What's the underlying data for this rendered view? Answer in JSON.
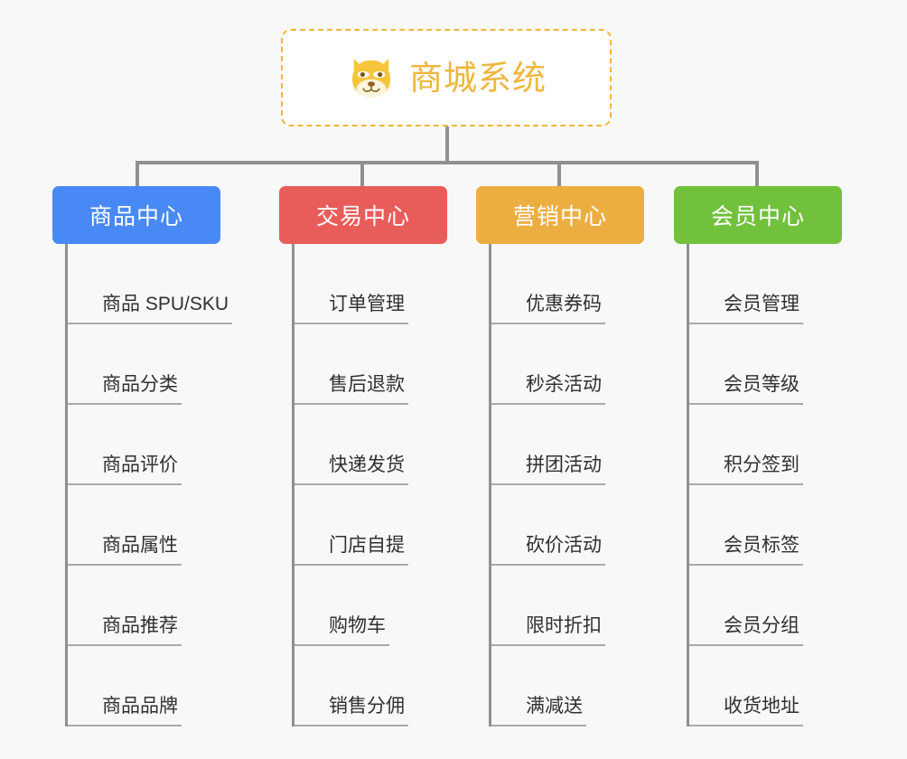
{
  "page": {
    "background_color": "#f8f8f8",
    "line_color": "#909090",
    "leaf_text_color": "#303030",
    "leaf_rule_color": "#aaaaaa"
  },
  "root": {
    "title": "商城系统",
    "icon": "dog-face-icon",
    "accent_color": "#efb63c",
    "background_color": "#ffffff",
    "border_style": "dashed"
  },
  "columns": [
    {
      "header": "商品中心",
      "color": "#4989f5",
      "items": [
        "商品 SPU/SKU",
        "商品分类",
        "商品评价",
        "商品属性",
        "商品推荐",
        "商品品牌"
      ]
    },
    {
      "header": "交易中心",
      "color": "#e85c5a",
      "items": [
        "订单管理",
        "售后退款",
        "快递发货",
        "门店自提",
        "购物车",
        "销售分佣"
      ]
    },
    {
      "header": "营销中心",
      "color": "#edae41",
      "items": [
        "优惠券码",
        "秒杀活动",
        "拼团活动",
        "砍价活动",
        "限时折扣",
        "满减送"
      ]
    },
    {
      "header": "会员中心",
      "color": "#71c13c",
      "items": [
        "会员管理",
        "会员等级",
        "积分签到",
        "会员标签",
        "会员分组",
        "收货地址"
      ]
    }
  ]
}
